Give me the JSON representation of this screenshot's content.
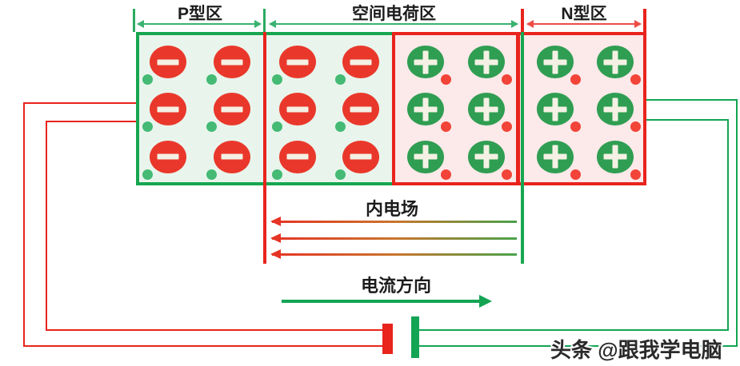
{
  "regions": {
    "p": {
      "label": "P型区"
    },
    "space_charge": {
      "label": "空间电荷区"
    },
    "n": {
      "label": "N型区"
    }
  },
  "annotations": {
    "internal_field": "内电场",
    "current_direction": "电流方向"
  },
  "watermark": "头条 @跟我学电脑",
  "carriers": {
    "negative_ion_columns": 4,
    "positive_ion_columns": 4,
    "rows": 3
  },
  "colors": {
    "red": "#e8241d",
    "green": "#13a454",
    "p_background": "#e9f5ec",
    "n_background": "#fce9e9",
    "electron_dot_green": "#44ba74",
    "hole_dot_red": "#f24438",
    "field_gradient_left": "#e63325",
    "field_gradient_right": "#4aa24a"
  }
}
